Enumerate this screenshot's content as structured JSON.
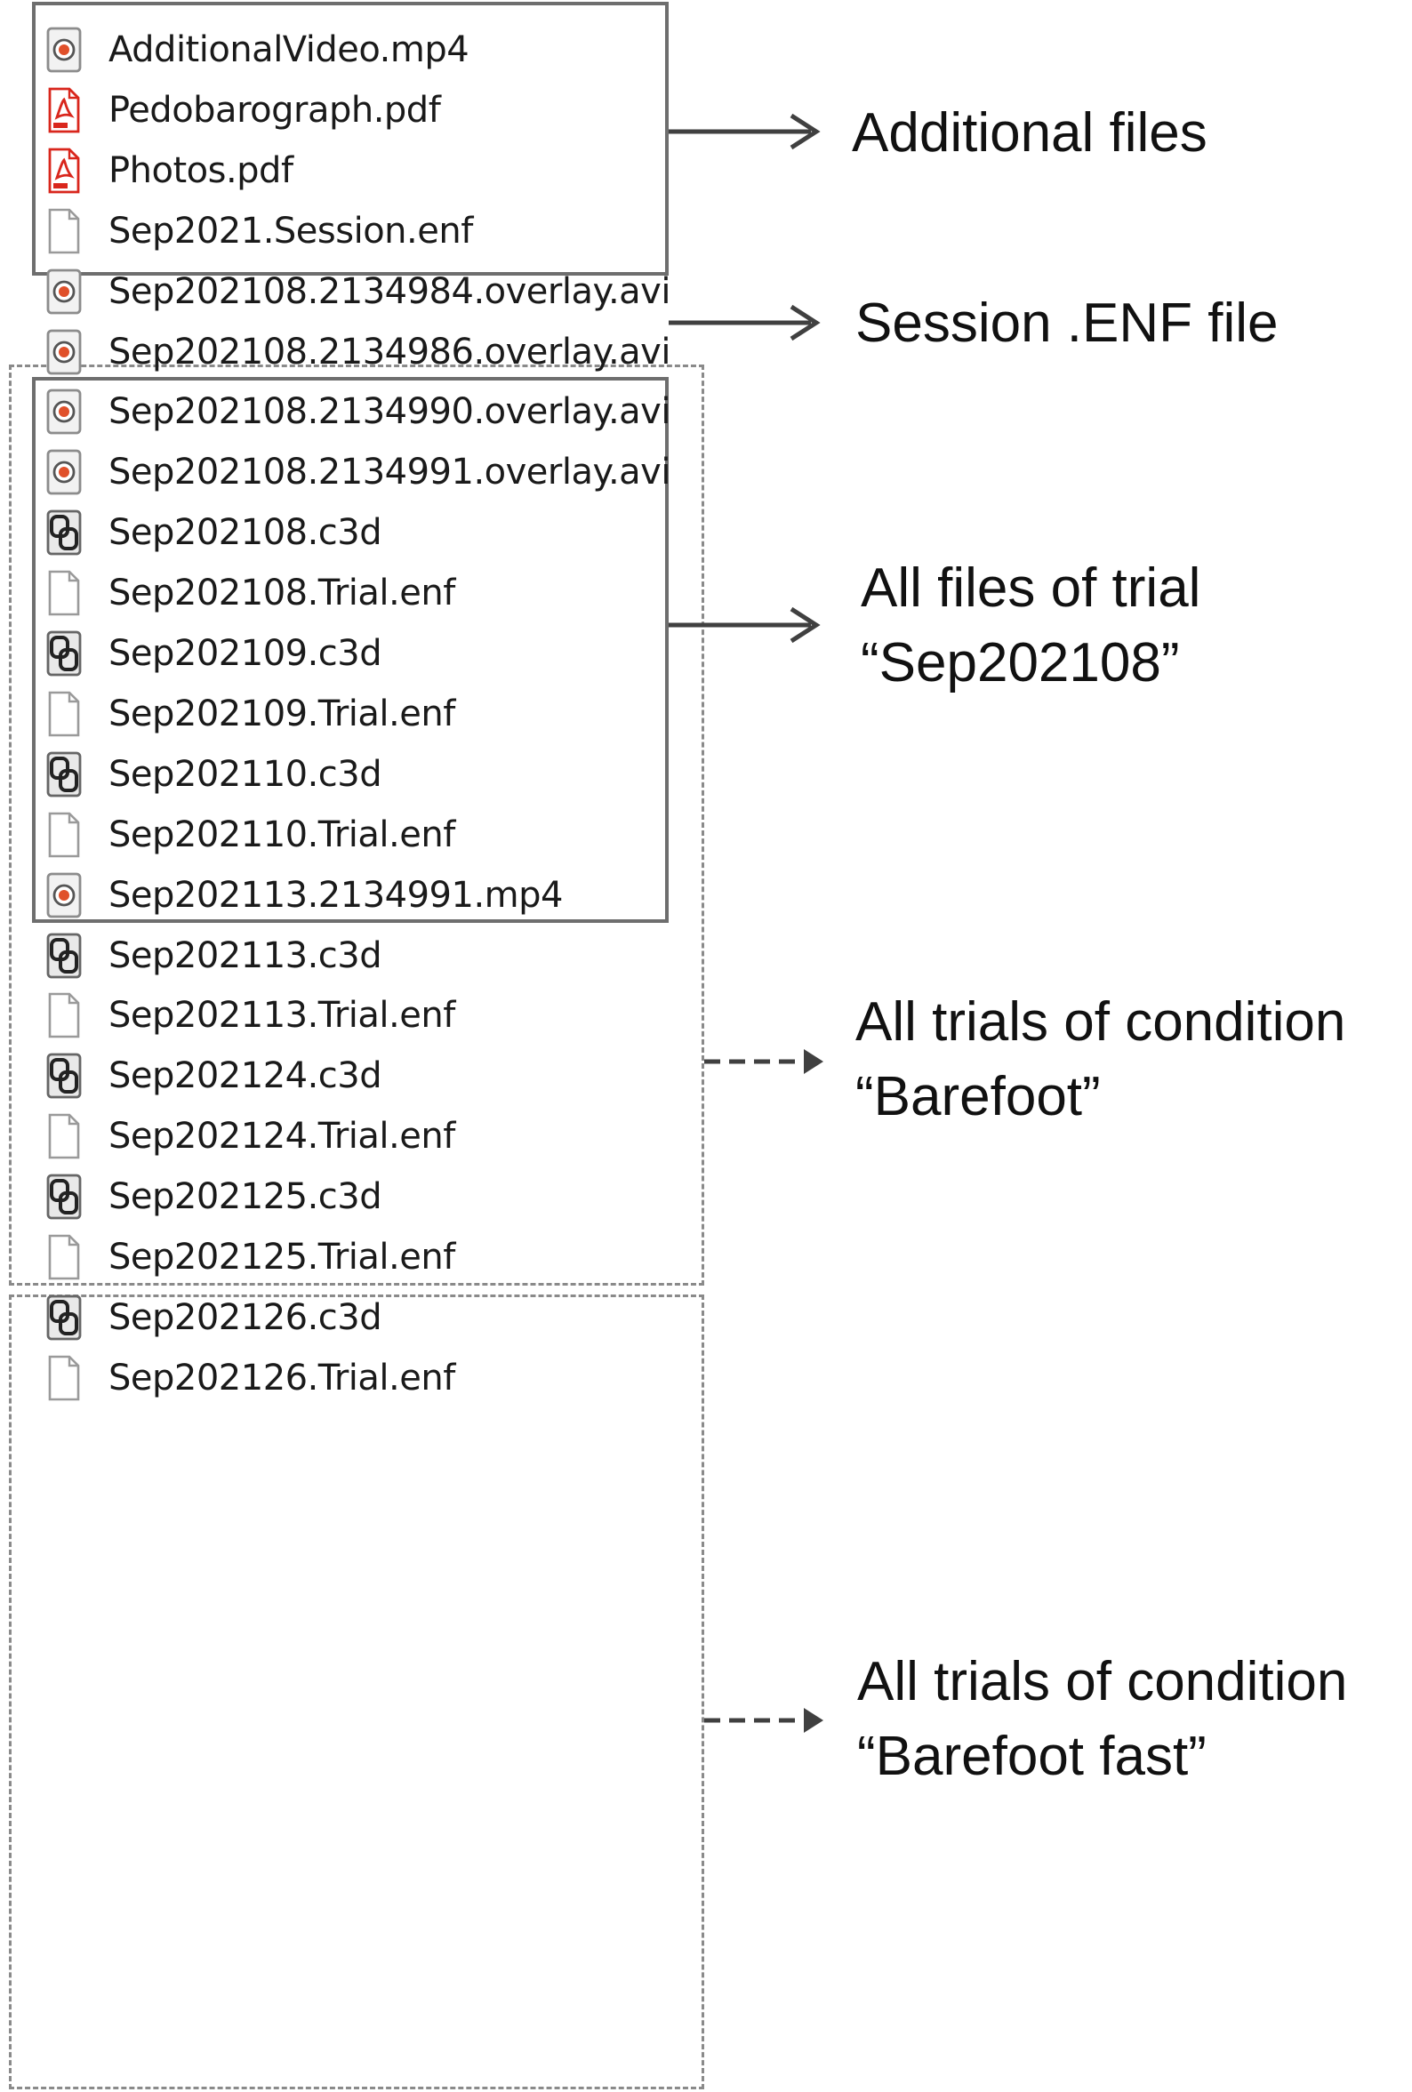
{
  "files": [
    {
      "name": "AdditionalVideo.mp4",
      "icon": "video-file-icon"
    },
    {
      "name": "Pedobarograph.pdf",
      "icon": "pdf-file-icon"
    },
    {
      "name": "Photos.pdf",
      "icon": "pdf-file-icon"
    },
    {
      "name": "Sep2021.Session.enf",
      "icon": "blank-file-icon"
    },
    {
      "name": "Sep202108.2134984.overlay.avi",
      "icon": "video-file-icon"
    },
    {
      "name": "Sep202108.2134986.overlay.avi",
      "icon": "video-file-icon"
    },
    {
      "name": "Sep202108.2134990.overlay.avi",
      "icon": "video-file-icon"
    },
    {
      "name": "Sep202108.2134991.overlay.avi",
      "icon": "video-file-icon"
    },
    {
      "name": "Sep202108.c3d",
      "icon": "c3d-file-icon"
    },
    {
      "name": "Sep202108.Trial.enf",
      "icon": "blank-file-icon"
    },
    {
      "name": "Sep202109.c3d",
      "icon": "c3d-file-icon"
    },
    {
      "name": "Sep202109.Trial.enf",
      "icon": "blank-file-icon"
    },
    {
      "name": "Sep202110.c3d",
      "icon": "c3d-file-icon"
    },
    {
      "name": "Sep202110.Trial.enf",
      "icon": "blank-file-icon"
    },
    {
      "name": "Sep202113.2134991.mp4",
      "icon": "video-file-icon"
    },
    {
      "name": "Sep202113.c3d",
      "icon": "c3d-file-icon"
    },
    {
      "name": "Sep202113.Trial.enf",
      "icon": "blank-file-icon"
    },
    {
      "name": "Sep202124.c3d",
      "icon": "c3d-file-icon"
    },
    {
      "name": "Sep202124.Trial.enf",
      "icon": "blank-file-icon"
    },
    {
      "name": "Sep202125.c3d",
      "icon": "c3d-file-icon"
    },
    {
      "name": "Sep202125.Trial.enf",
      "icon": "blank-file-icon"
    },
    {
      "name": "Sep202126.c3d",
      "icon": "c3d-file-icon"
    },
    {
      "name": "Sep202126.Trial.enf",
      "icon": "blank-file-icon"
    }
  ],
  "annotations": {
    "additional_files": {
      "line1": "Additional files"
    },
    "session_file": {
      "line1": "Session .ENF file"
    },
    "trial_files": {
      "line1": "All files of trial",
      "line2": "“Sep202108”"
    },
    "condition_barefoot": {
      "line1": "All trials of condition",
      "line2": "“Barefoot”"
    },
    "condition_barefoot_fast": {
      "line1": "All trials of condition",
      "line2": "“Barefoot fast”"
    }
  },
  "colors": {
    "solid_box": "#6e6e6e",
    "dashed_box": "#8a8a8a",
    "arrow": "#404040",
    "pdf_red": "#d9261c",
    "video_orange": "#e0502a"
  }
}
